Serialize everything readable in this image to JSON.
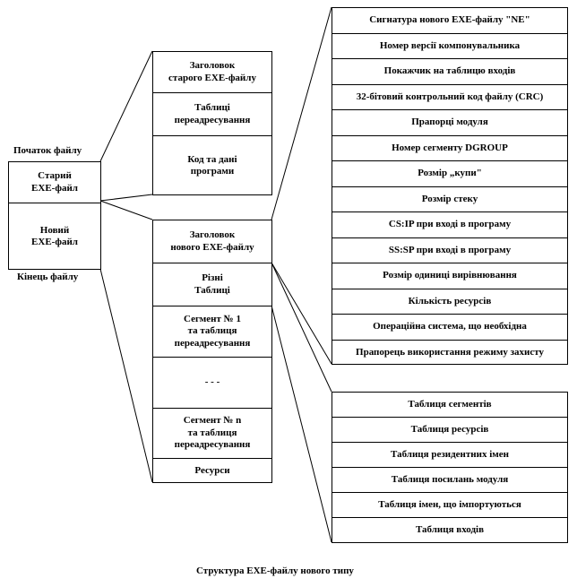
{
  "labels": {
    "file_start": "Початок файлу",
    "file_end": "Кінець файлу",
    "caption": "Структура EXE-файлу  нового типу"
  },
  "file": [
    "Старий\nEXE-файл",
    "Новий\nEXE-файл"
  ],
  "old_exe": [
    "Заголовок\nстарого EXE-файлу",
    "Таблиці\nпереадресування",
    "Код та дані\nпрограми"
  ],
  "new_exe": [
    "Заголовок\nнового EXE-файлу",
    "Різні\nТаблиці",
    "Сегмент № 1\nта таблиця\nпереадресування",
    "- - -",
    "Сегмент № n\nта таблиця\nпереадресування",
    "Ресурси"
  ],
  "header_fields": [
    "Сигнатура нового EXE-файлу  \"NE\"",
    "Номер версії компонувальника",
    "Покажчик на таблицю входів",
    "32-бітовий  контрольний код файлу (CRC)",
    "Прапорці модуля",
    "Номер сегменту DGROUP",
    "Розмір „купи\"",
    "Розмір стеку",
    "CS:IP  при вході  в програму",
    "SS:SP  при вході  в програму",
    "Розмір одиниці вирівнювання",
    "Кількість  ресурсів",
    "Операційна система, що необхідна",
    "Прапорець використання режиму захисту"
  ],
  "tables": [
    "Таблиця сегментів",
    "Таблиця ресурсів",
    "Таблиця резидентних  імен",
    "Таблиця посилань модуля",
    "Таблиця імен, що імпортуються",
    "Таблиця входів"
  ]
}
